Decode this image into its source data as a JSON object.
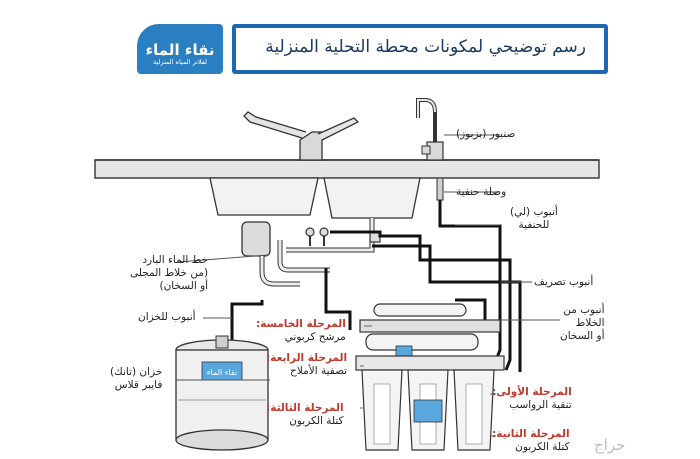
{
  "header": {
    "title": "رسم توضيحي لمكونات محطة التحلية المنزلية"
  },
  "logo": {
    "name": "نقاء الماء",
    "tagline": "لفلاتر المياه المنزلية"
  },
  "tank_sticker": "نقاء الماء",
  "labels": {
    "faucet": "صنبور (بزبوز)",
    "faucet_connector": "وصلة حنفية",
    "faucet_pipe_1": "أنبوب (لي)",
    "faucet_pipe_2": "للحنفية",
    "cold_line_1": "خط الماء البارد",
    "cold_line_2": "(من خلاط المجلى",
    "cold_line_3": "أو السخان)",
    "drain_pipe": "أنبوب تصريف",
    "mixer_pipe_1": "أنبوب من",
    "mixer_pipe_2": "الخلاط",
    "mixer_pipe_3": "أو السخان",
    "tank_pipe": "أنبوب للخزان",
    "tank_1": "خزان (تانك)",
    "tank_2": "فايبر قلاس"
  },
  "stages": {
    "fifth": {
      "title": "المرحلة الخامسة:",
      "desc": "مرشح كربوني"
    },
    "fourth": {
      "title": "المرحلة الرابعة:",
      "desc": "تصفية الأملاح"
    },
    "third": {
      "title": "المرحلة الثالثة:",
      "desc": "كتلة الكربون"
    },
    "first": {
      "title": "المرحلة الأولى:",
      "desc": "تنقية الرواسب"
    },
    "second": {
      "title": "المرحلة الثانية:",
      "desc": "كتلة الكربون"
    }
  },
  "watermark": "حراج",
  "colors": {
    "header_border": "#1f66b3",
    "logo_bg": "#2a7fc1",
    "stage_title": "#c0392b",
    "pipe": "#111111",
    "water_blue": "#5aa7e0"
  }
}
